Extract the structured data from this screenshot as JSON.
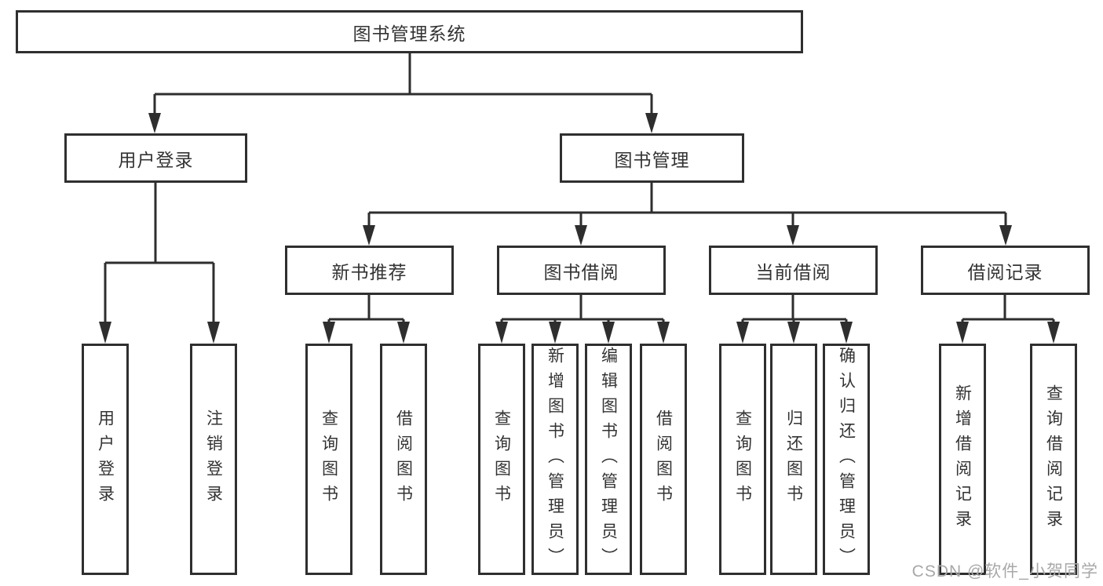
{
  "colors": {
    "background": "#ffffff",
    "line": "#2e2e2e",
    "box_border": "#2f2f2f",
    "text": "#333333",
    "watermark": "#a8a8a8"
  },
  "tree": {
    "root": {
      "label": "图书管理系统"
    },
    "branches": [
      {
        "label": "用户登录",
        "leaves": [
          {
            "label": "用户登录"
          },
          {
            "label": "注销登录"
          }
        ]
      },
      {
        "label": "图书管理",
        "groups": [
          {
            "label": "新书推荐",
            "leaves": [
              {
                "label": "查询图书"
              },
              {
                "label": "借阅图书"
              }
            ]
          },
          {
            "label": "图书借阅",
            "leaves": [
              {
                "label": "查询图书"
              },
              {
                "label": "新增图书（管理员）"
              },
              {
                "label": "编辑图书（管理员）"
              },
              {
                "label": "借阅图书"
              }
            ]
          },
          {
            "label": "当前借阅",
            "leaves": [
              {
                "label": "查询图书"
              },
              {
                "label": "归还图书"
              },
              {
                "label": "确认归还（管理员）"
              }
            ]
          },
          {
            "label": "借阅记录",
            "leaves": [
              {
                "label": "新增借阅记录"
              },
              {
                "label": "查询借阅记录"
              }
            ]
          }
        ]
      }
    ]
  },
  "watermark": {
    "text": "CSDN @软件_小贺同学"
  }
}
